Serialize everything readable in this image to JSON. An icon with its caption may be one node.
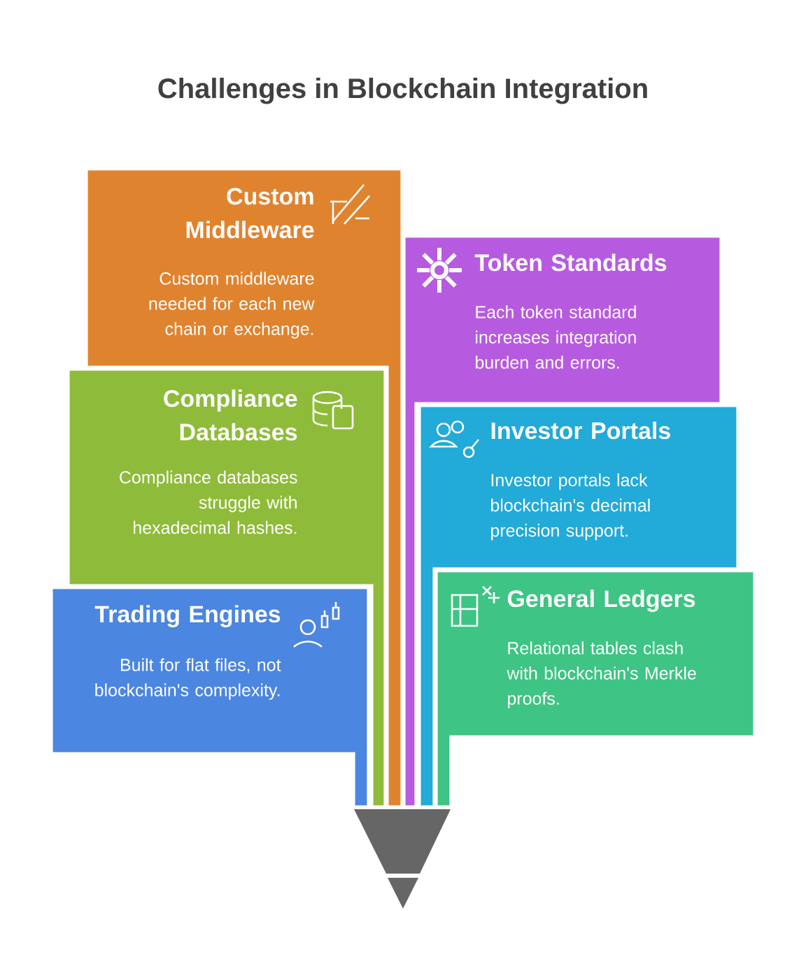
{
  "diagram": {
    "title": "Challenges in Blockchain Integration",
    "nodes": [
      {
        "text": [
          "Custom Middleware",
          "Custom middleware needed for each new chain or exchange."
        ]
      },
      {
        "text": [
          "Token Standards",
          "Each token standard increases integration burden and errors."
        ]
      },
      {
        "text": [
          "Compliance Databases",
          "Compliance databases struggle with hexadecimal hashes."
        ]
      },
      {
        "text": [
          "Investor Portals",
          "Investor portals lack blockchain's decimal precision support."
        ]
      },
      {
        "text": [
          "Trading Engines",
          "Built for flat files, not blockchain's complexity."
        ]
      },
      {
        "text": [
          "General Ledgers",
          "Relational tables clash with blockchain's Merkle proofs."
        ]
      }
    ],
    "edges": []
  }
}
